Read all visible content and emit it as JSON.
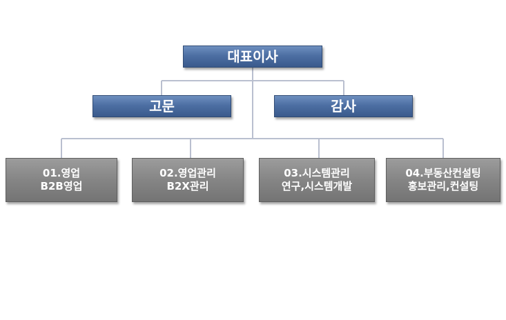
{
  "org_chart": {
    "ceo": {
      "label": "대표이사"
    },
    "advisor": {
      "label": "고문"
    },
    "auditor": {
      "label": "감사"
    },
    "departments": [
      {
        "line1": "01.영업",
        "line2": "B2B영업"
      },
      {
        "line1": "02.영업관리",
        "line2": "B2X관리"
      },
      {
        "line1": "03.시스템관리",
        "line2": "연구,시스템개발"
      },
      {
        "line1": "04.부동산컨설팅",
        "line2": "홍보관리,컨설팅"
      }
    ],
    "colors": {
      "executive_box": "#4d6fa3",
      "department_box": "#858585",
      "connector": "#b9bfcf",
      "text": "#ffffff"
    }
  }
}
